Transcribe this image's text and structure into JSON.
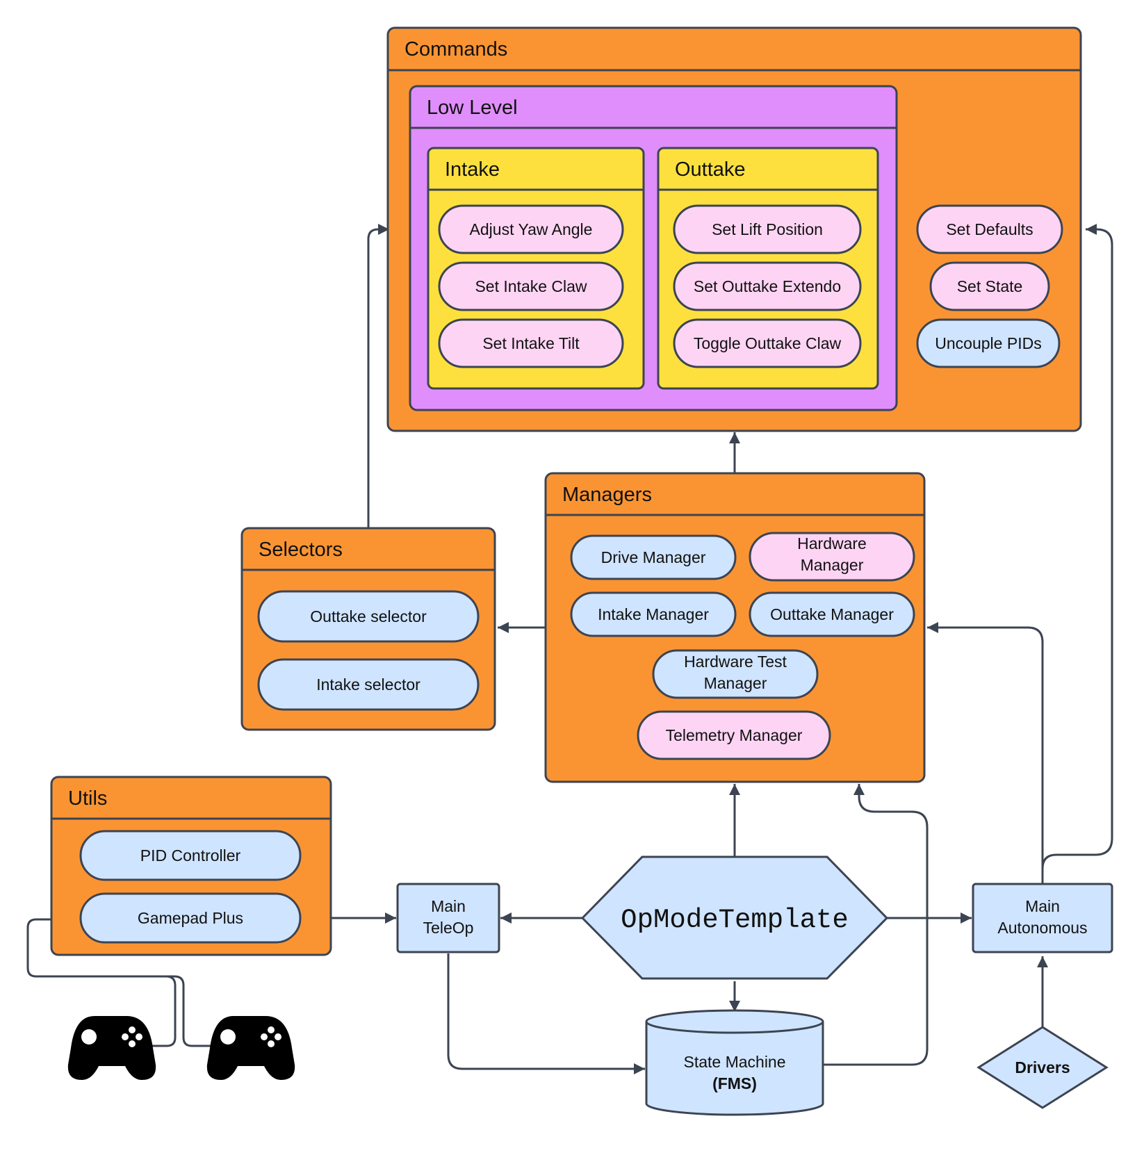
{
  "diagram": {
    "colors": {
      "orange": "#FA9433",
      "purple": "#E08EFB",
      "yellow": "#FDE03E",
      "pink": "#FED4F4",
      "blue": "#CFE4FF",
      "stroke": "#3C4452",
      "line": "#3C4452"
    },
    "commands": {
      "title": "Commands",
      "low_level": {
        "title": "Low Level",
        "intake": {
          "title": "Intake",
          "items": [
            "Adjust Yaw Angle",
            "Set Intake Claw",
            "Set Intake Tilt"
          ]
        },
        "outtake": {
          "title": "Outtake",
          "items": [
            "Set Lift Position",
            "Set Outtake Extendo",
            "Toggle Outtake Claw"
          ]
        }
      },
      "items": [
        "Set Defaults",
        "Set State",
        "Uncouple PIDs"
      ]
    },
    "managers": {
      "title": "Managers",
      "items": [
        "Drive Manager",
        "Hardware Manager",
        "Intake Manager",
        "Outtake Manager",
        "Hardware Test Manager",
        "Telemetry Manager"
      ],
      "hardware_lines": [
        "Hardware",
        "Manager"
      ],
      "hardware_test_lines": [
        "Hardware Test",
        "Manager"
      ]
    },
    "selectors": {
      "title": "Selectors",
      "items": [
        "Outtake selector",
        "Intake selector"
      ]
    },
    "utils": {
      "title": "Utils",
      "items": [
        "PID Controller",
        "Gamepad Plus"
      ]
    },
    "main_teleop": {
      "line1": "Main",
      "line2": "TeleOp"
    },
    "main_autonomous": {
      "line1": "Main",
      "line2": "Autonomous"
    },
    "opmode_template": {
      "label": "OpModeTemplate"
    },
    "state_machine": {
      "line1": "State Machine",
      "line2": "(FMS)"
    },
    "drivers": {
      "label": "Drivers"
    },
    "gamepad_icon": "gamepad-icon"
  }
}
